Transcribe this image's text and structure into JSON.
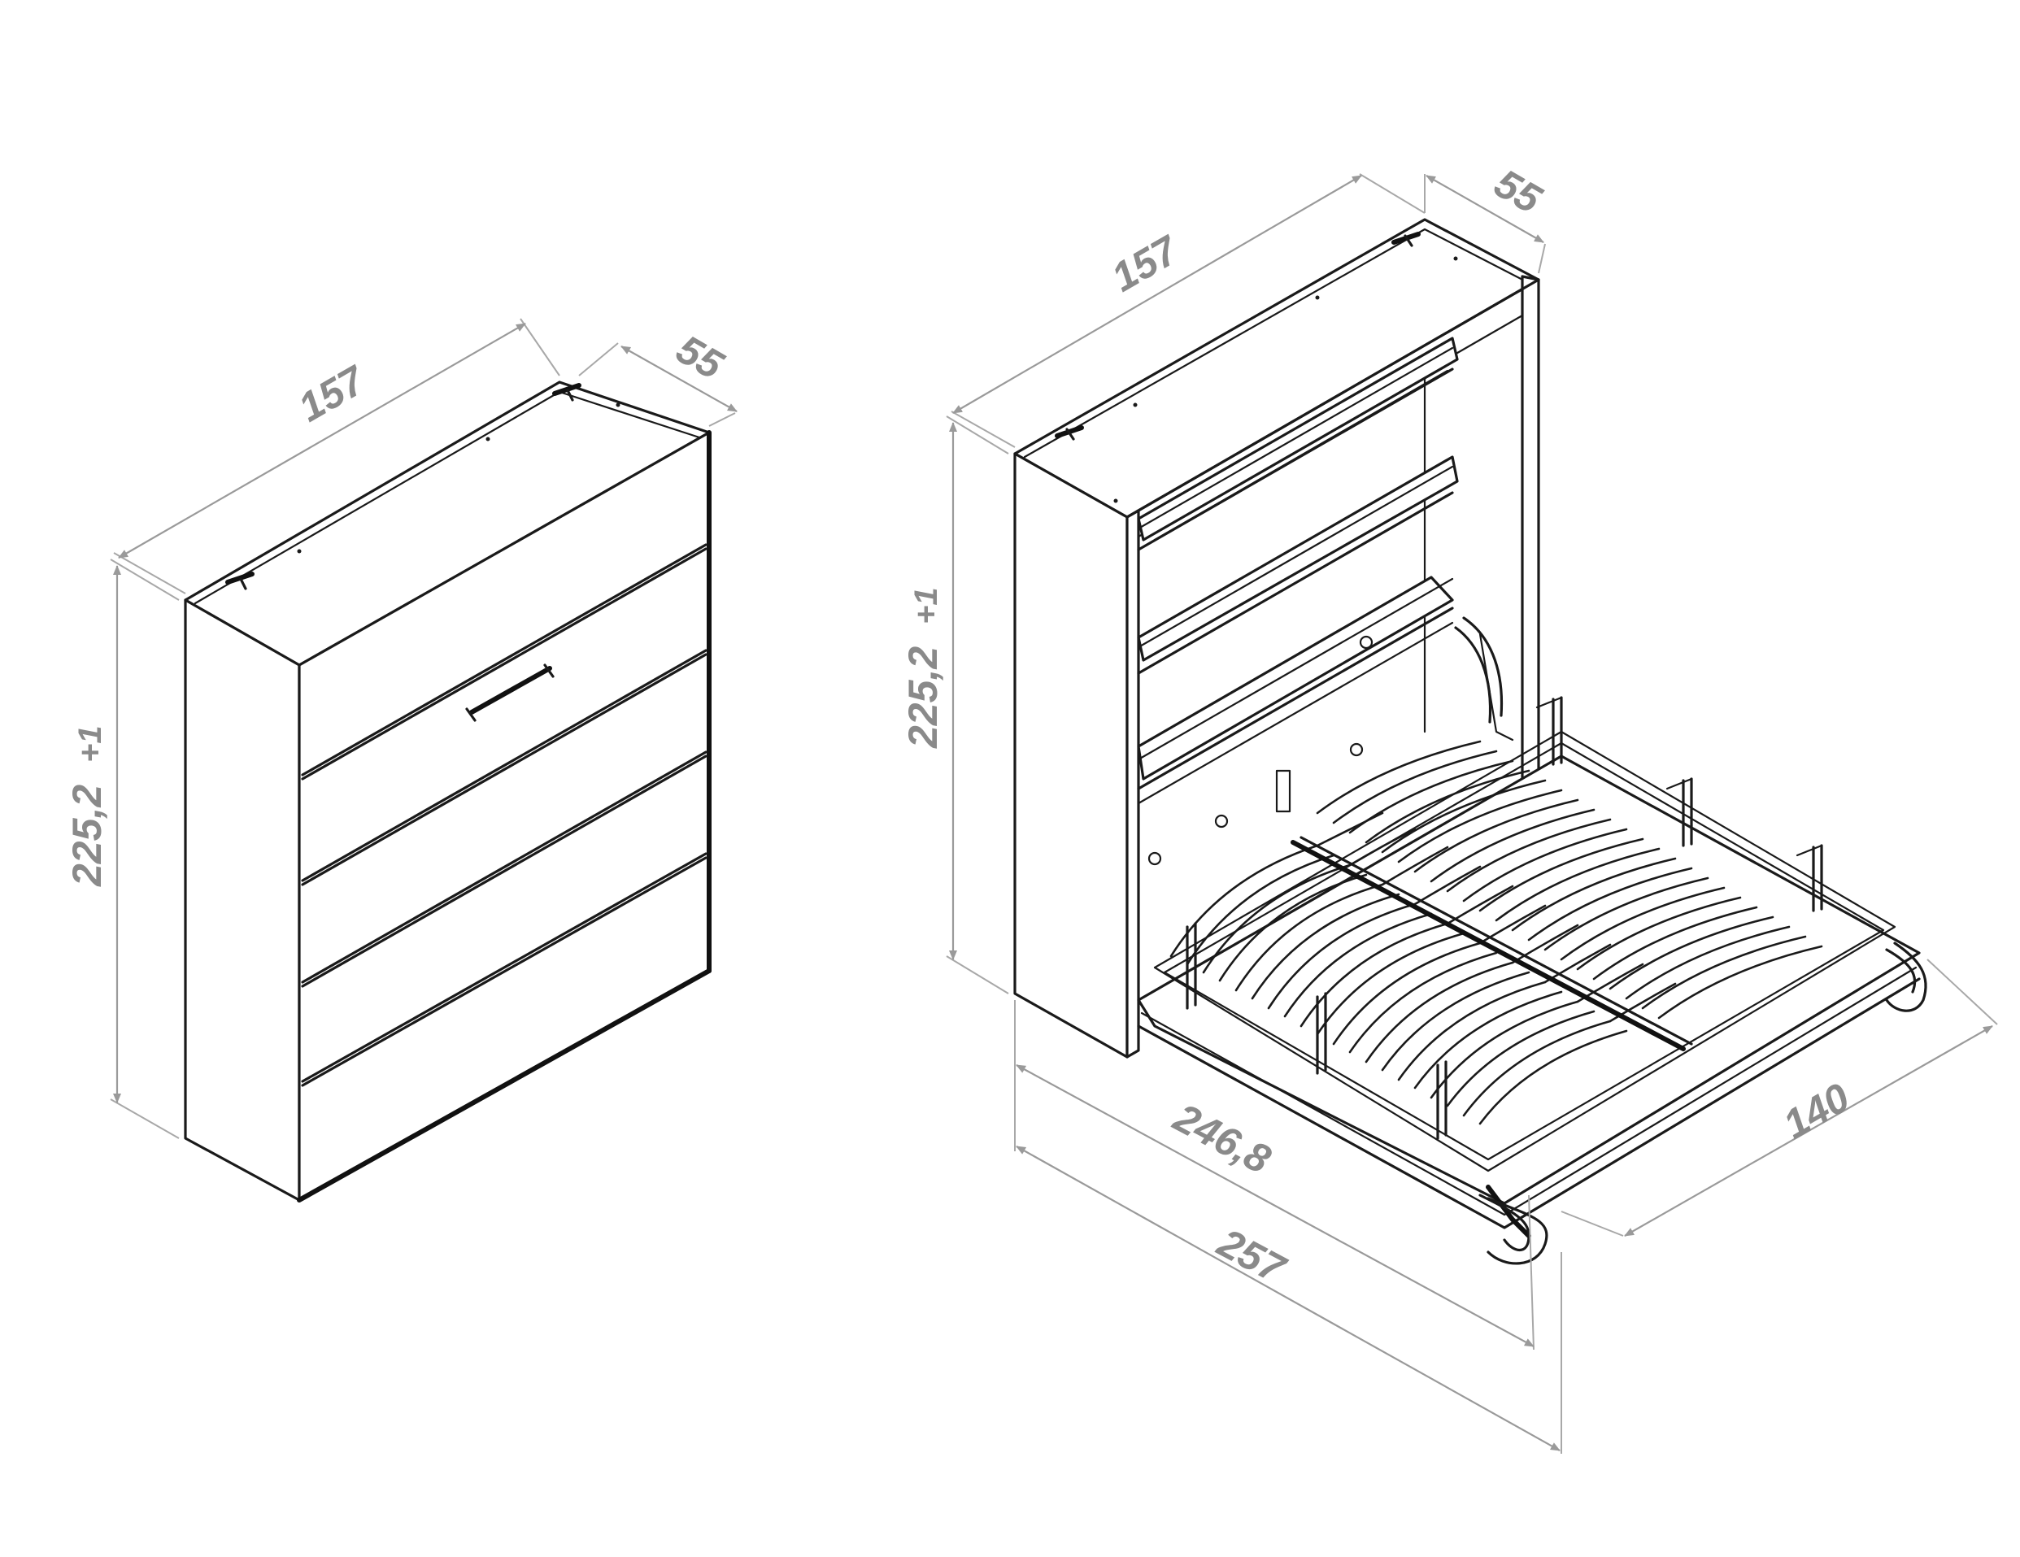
{
  "left_view": {
    "dimensions": {
      "width": "157",
      "depth": "55",
      "height": "225,2",
      "height_tolerance": "+1"
    }
  },
  "right_view": {
    "dimensions": {
      "width": "157",
      "depth": "55",
      "height": "225,2",
      "height_tolerance": "+1",
      "mattress_length": "246,8",
      "total_length": "257",
      "bed_width": "140"
    }
  }
}
